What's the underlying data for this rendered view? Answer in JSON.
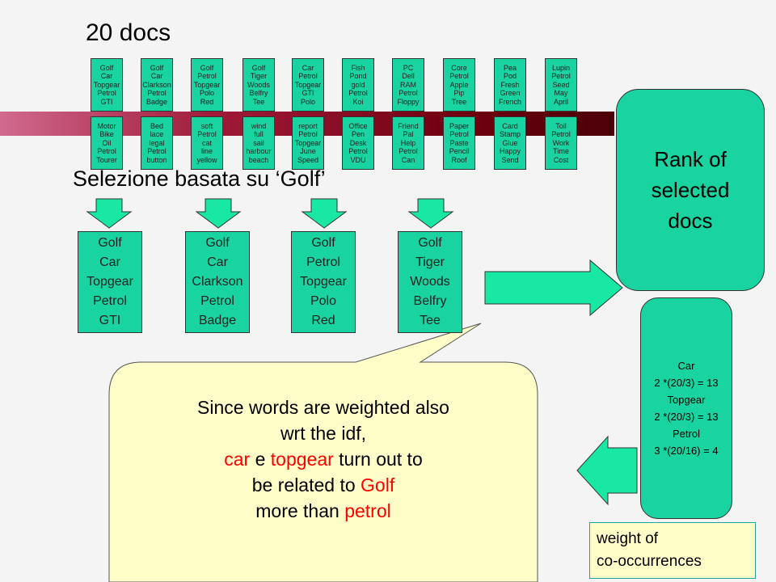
{
  "title": "20 docs",
  "top_docs": [
    {
      "words": [
        "Golf",
        "Car",
        "Topgear",
        "Petrol",
        "GTI"
      ]
    },
    {
      "words": [
        "Golf",
        "Car",
        "Clarkson",
        "Petrol",
        "Badge"
      ]
    },
    {
      "words": [
        "Golf",
        "Petrol",
        "Topgear",
        "Polo",
        "Red"
      ]
    },
    {
      "words": [
        "Golf",
        "Tiger",
        "Woods",
        "Belfry",
        "Tee"
      ]
    },
    {
      "words": [
        "Car",
        "Petrol",
        "Topgear",
        "GTI",
        "Polo"
      ]
    },
    {
      "words": [
        "Fish",
        "Pond",
        "gold",
        "Petrol",
        "Koi"
      ]
    },
    {
      "words": [
        "PC",
        "Dell",
        "RAM",
        "Petrol",
        "Floppy"
      ]
    },
    {
      "words": [
        "Core",
        "Petrol",
        "Apple",
        "Pip",
        "Tree"
      ]
    },
    {
      "words": [
        "Pea",
        "Pod",
        "Fresh",
        "Green",
        "French"
      ]
    },
    {
      "words": [
        "Lupin",
        "Petrol",
        "Seed",
        "May",
        "April"
      ]
    }
  ],
  "bottom_docs": [
    {
      "words": [
        "Motor",
        "Bike",
        "Oil",
        "Petrol",
        "Tourer"
      ]
    },
    {
      "words": [
        "Bed",
        "lace",
        "legal",
        "Petrol",
        "button"
      ]
    },
    {
      "words": [
        "soft",
        "Petrol",
        "cat",
        "line",
        "yellow"
      ]
    },
    {
      "words": [
        "wind",
        "full",
        "sail",
        "harbour",
        "beach"
      ]
    },
    {
      "words": [
        "report",
        "Petrol",
        "Topgear",
        "June",
        "Speed"
      ]
    },
    {
      "words": [
        "Office",
        "Pen",
        "Desk",
        "Petrol",
        "VDU"
      ]
    },
    {
      "words": [
        "Friend",
        "Pal",
        "Help",
        "Petrol",
        "Can"
      ]
    },
    {
      "words": [
        "Paper",
        "Petrol",
        "Paste",
        "Pencil",
        "Roof"
      ]
    },
    {
      "words": [
        "Card",
        "Stamp",
        "Glue",
        "Happy",
        "Send"
      ]
    },
    {
      "words": [
        "Toil",
        "Petrol",
        "Work",
        "Time",
        "Cost"
      ]
    }
  ],
  "selection_label": "Selezione basata su ‘Golf’",
  "selected_docs": [
    {
      "words": [
        "Golf",
        "Car",
        "Topgear",
        "Petrol",
        "GTI"
      ]
    },
    {
      "words": [
        "Golf",
        "Car",
        "Clarkson",
        "Petrol",
        "Badge"
      ]
    },
    {
      "words": [
        "Golf",
        "Petrol",
        "Topgear",
        "Polo",
        "Red"
      ]
    },
    {
      "words": [
        "Golf",
        "Tiger",
        "Woods",
        "Belfry",
        "Tee"
      ]
    }
  ],
  "rank_box": {
    "lines": [
      "Rank of",
      "selected",
      "docs"
    ]
  },
  "weights": [
    "Car",
    "2 *(20/3) = 13",
    "Topgear",
    "2 *(20/3) = 13",
    "Petrol",
    "3 *(20/16) = 4"
  ],
  "legend": {
    "lines": [
      "weight of",
      "co-occurrences"
    ]
  },
  "callout": {
    "line1": "Since words are weighted also",
    "line2": "wrt the idf,",
    "line3": {
      "w1": "car",
      "w2": "e",
      "w3": "topgear",
      "w4": "turn out to"
    },
    "line4": {
      "pre": "be related to",
      "word": "Golf"
    },
    "line5": {
      "pre": "more than",
      "word": "petrol"
    }
  },
  "colors": {
    "box": "#19d3a0",
    "arrow": "#19e8a4",
    "callout": "#fffdc8",
    "highlight": "#ff0000",
    "bar": "#8a1028"
  }
}
